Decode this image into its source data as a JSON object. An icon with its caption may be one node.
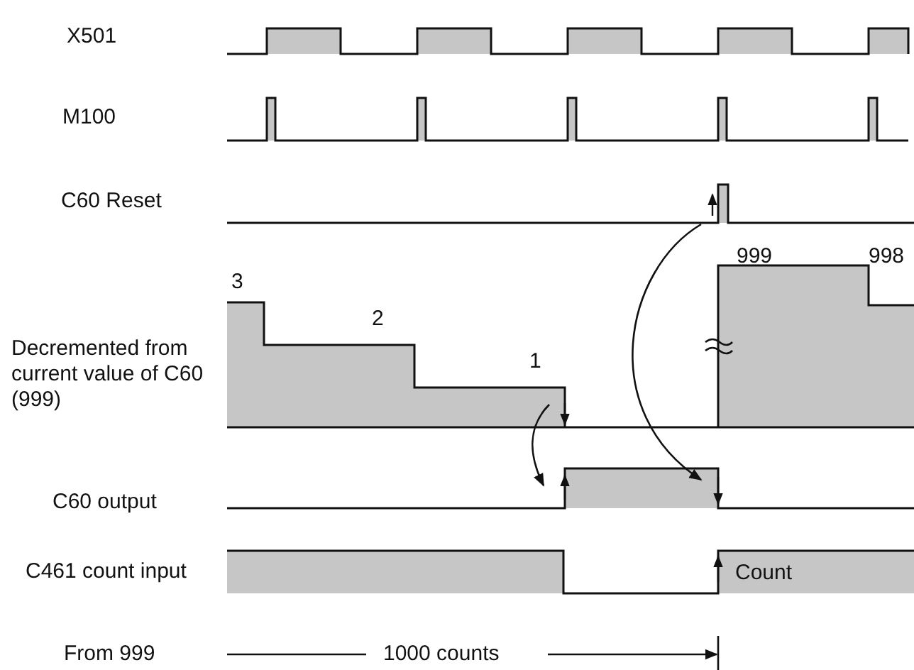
{
  "diagram": {
    "labels": [
      "X501",
      "M100",
      "C60 Reset",
      "3",
      "999",
      "998",
      "Decremented from current value of C60 (999)",
      "2",
      "1",
      "C60 output",
      "C461 count input",
      "Count",
      "From 999",
      "1000 counts"
    ]
  }
}
